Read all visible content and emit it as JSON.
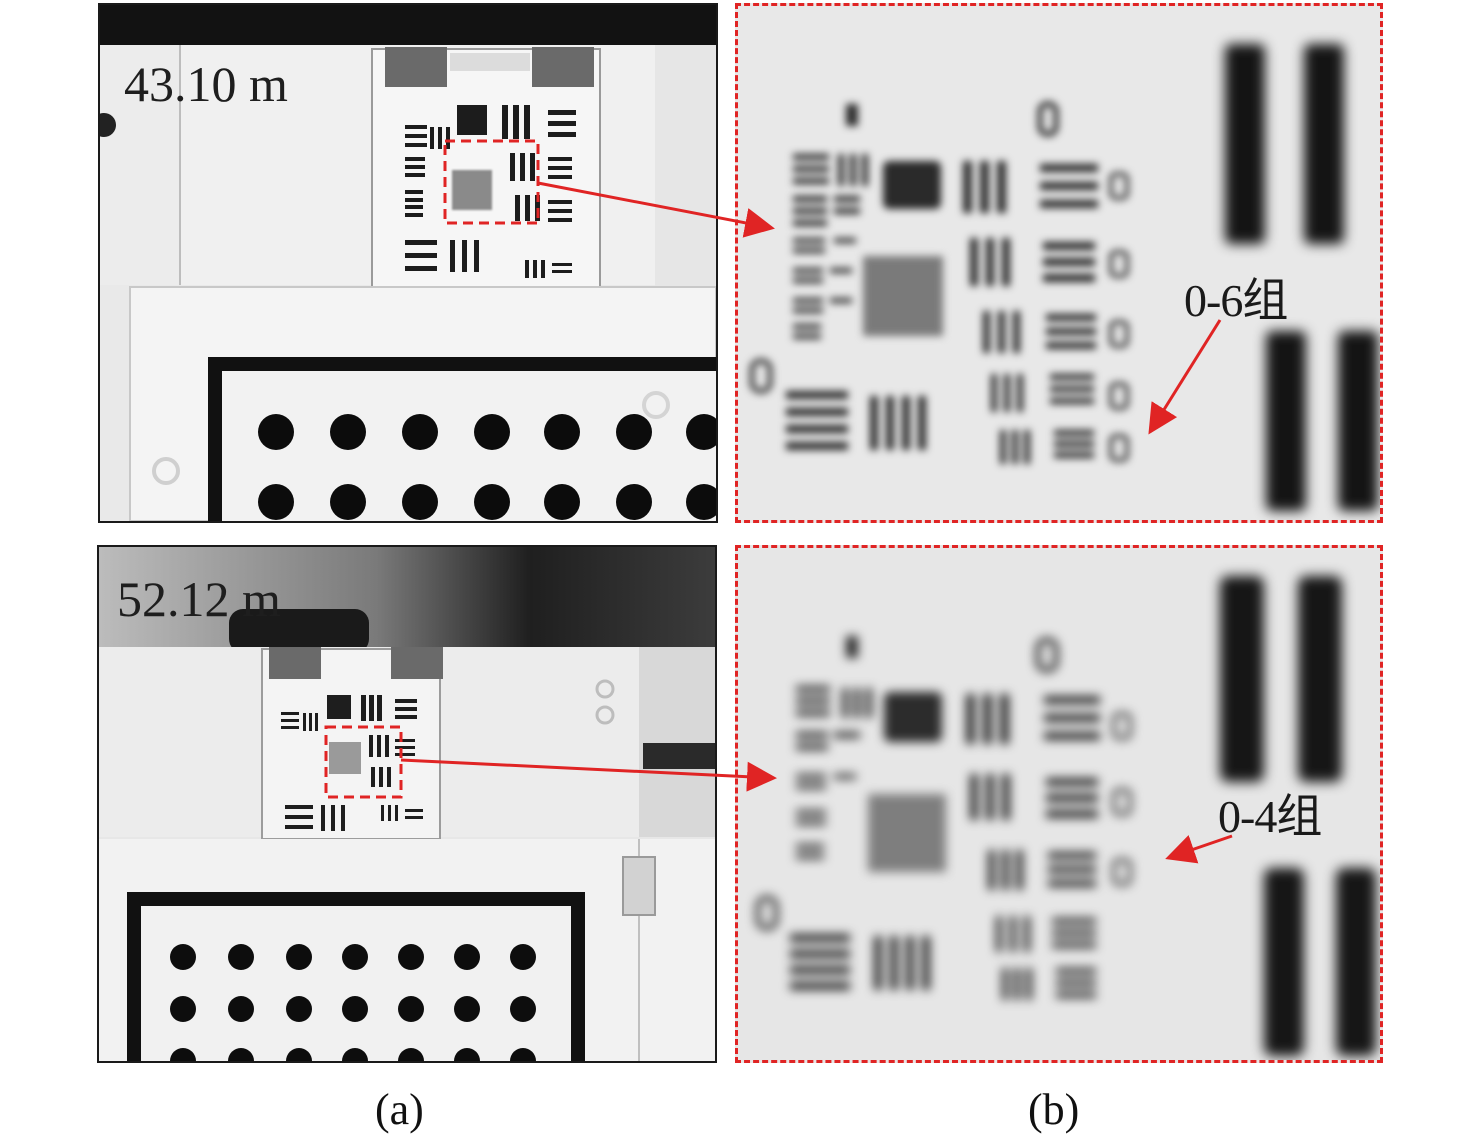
{
  "panels": {
    "top_photo": {
      "distance": "43.10 m"
    },
    "bottom_photo": {
      "distance": "52.12 m"
    },
    "top_zoom": {
      "group_text": "0-6组"
    },
    "bottom_zoom": {
      "group_text": "0-4组"
    }
  },
  "panel_labels": {
    "a": "(a)",
    "b": "(b)"
  },
  "colors": {
    "annotation_red": "#e02424",
    "frame": "#1a1a1a"
  }
}
